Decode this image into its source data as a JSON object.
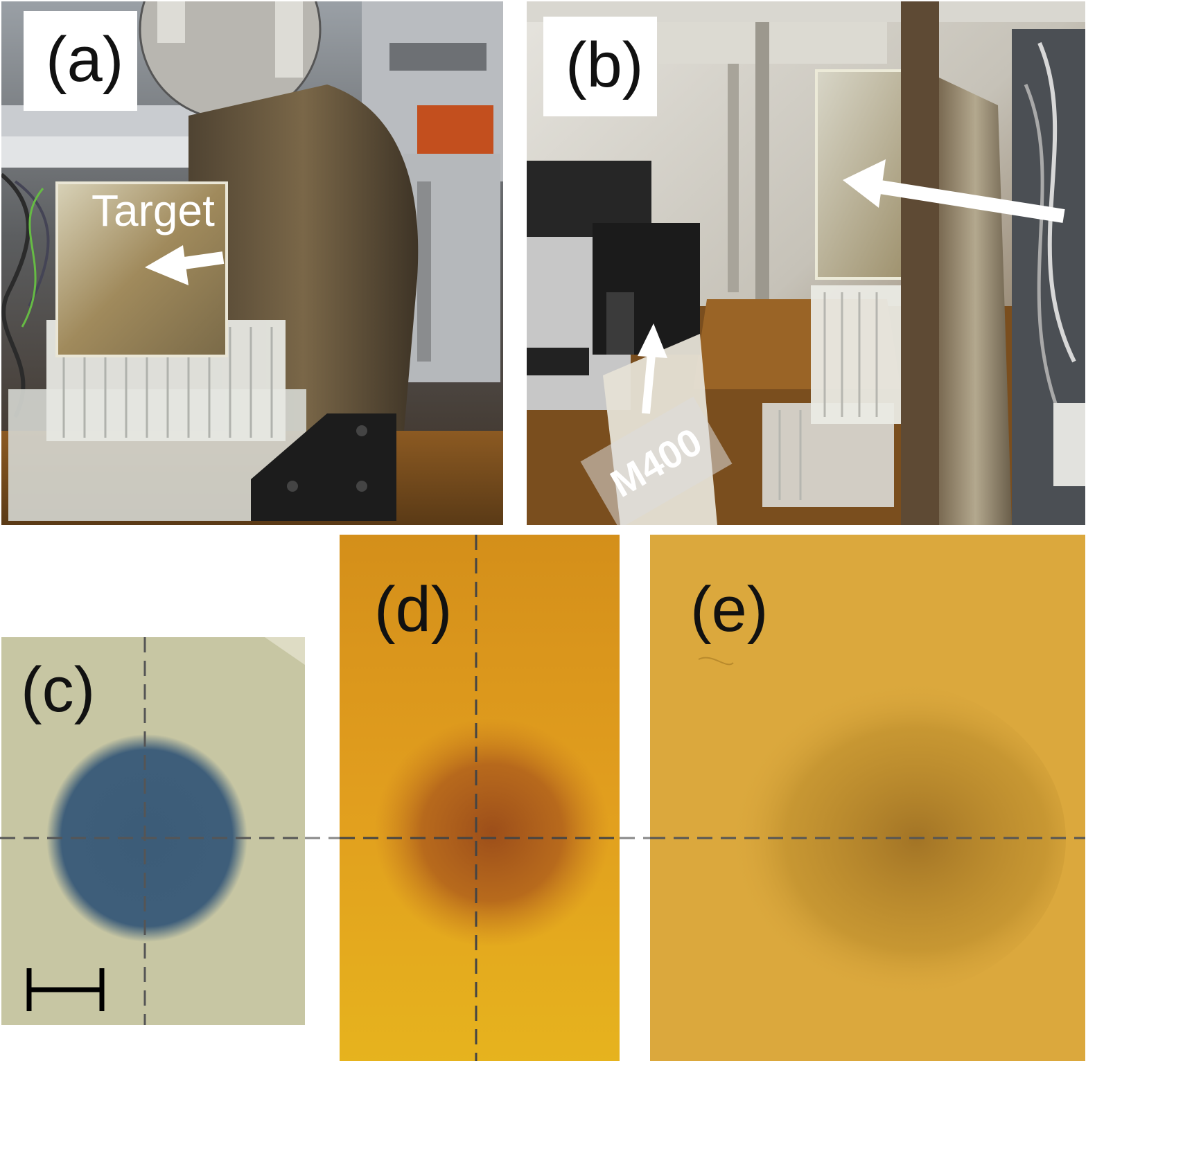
{
  "panels": {
    "a": {
      "label": "(a)",
      "annotation": "Target",
      "icons": [
        "arrow-icon"
      ],
      "description_colors": {
        "shield": "#6a5a3e",
        "floor": "#7a4a1c",
        "acrylic": "#d9dcd6"
      }
    },
    "b": {
      "label": "(b)",
      "annotation": "M400",
      "icons": [
        "arrow-icon",
        "arrow-icon"
      ],
      "description_colors": {
        "device_body": "#c9c9c9",
        "device_head": "#1b1b1b",
        "floor": "#8a5a22"
      }
    },
    "c": {
      "label": "(c)",
      "colors": {
        "background": "#c7c6a3",
        "spot": "#3e5e7a",
        "crosshair": "#555555"
      }
    },
    "d": {
      "label": "(d)",
      "colors": {
        "background": "#e3a21e",
        "spot": "#a8581c",
        "crosshair": "#444444"
      }
    },
    "e": {
      "label": "(e)",
      "colors": {
        "background": "#dba83d",
        "spot": "#9c6e23",
        "crosshair": "#555555"
      }
    }
  },
  "scale_bar_icon": "scale-bar-icon"
}
